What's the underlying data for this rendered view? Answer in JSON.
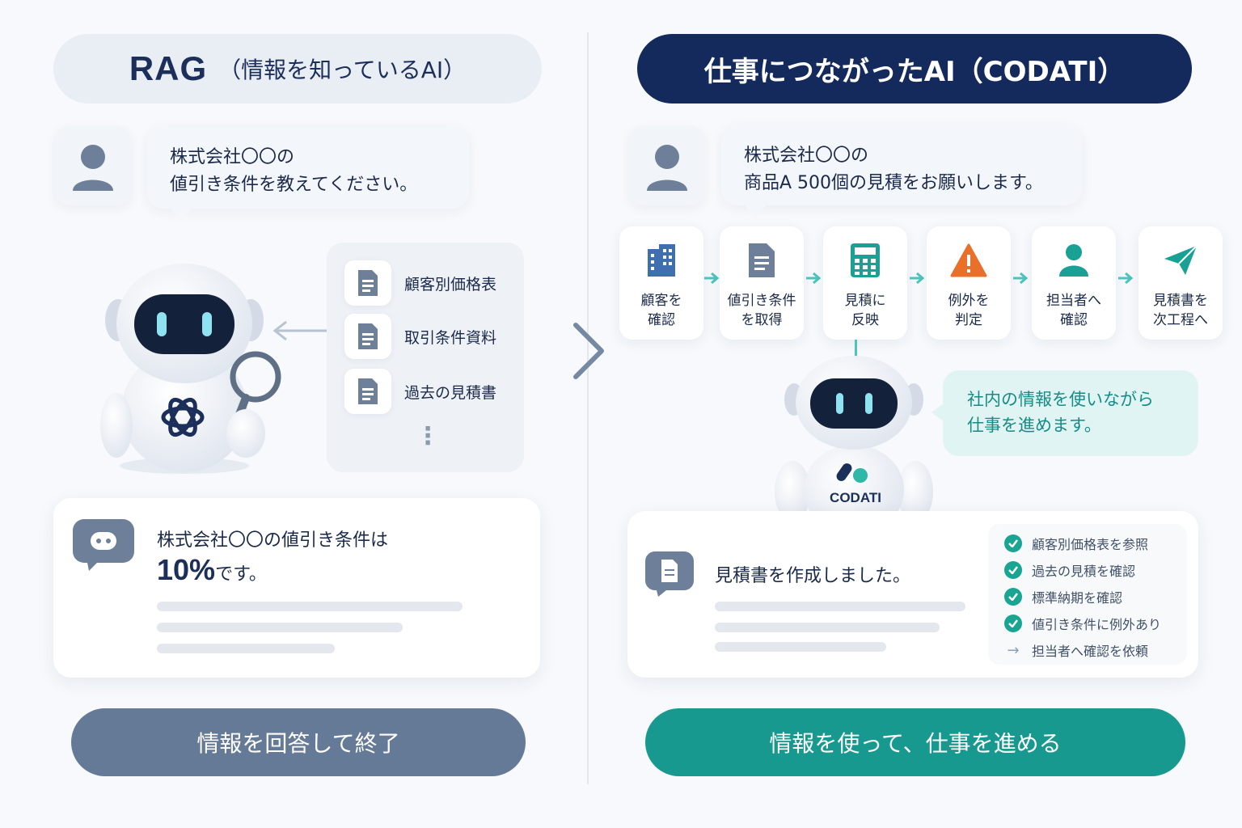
{
  "left": {
    "title_main": "RAG",
    "title_sub": "（情報を知っているAI）",
    "question_lines": [
      "株式会社〇〇の",
      "値引き条件を教えてください。"
    ],
    "documents": [
      "顧客別価格表",
      "取引条件資料",
      "過去の見積書"
    ],
    "more": "⋮",
    "answer_line1": "株式会社〇〇の値引き条件は",
    "answer_pct": "10%",
    "answer_suffix": "です。",
    "result": "情報を回答して終了"
  },
  "right": {
    "title": "仕事につながったAI（CODATI）",
    "question_lines": [
      "株式会社〇〇の",
      "商品A 500個の見積をお願いします。"
    ],
    "steps": [
      {
        "line1": "顧客を",
        "line2": "確認",
        "icon": "building-icon"
      },
      {
        "line1": "値引き条件",
        "line2": "を取得",
        "icon": "document-icon"
      },
      {
        "line1": "見積に",
        "line2": "反映",
        "icon": "calculator-icon"
      },
      {
        "line1": "例外を",
        "line2": "判定",
        "icon": "warning-icon"
      },
      {
        "line1": "担当者へ",
        "line2": "確認",
        "icon": "person-icon"
      },
      {
        "line1": "見積書を",
        "line2": "次工程へ",
        "icon": "send-icon"
      }
    ],
    "robot_label": "CODATI",
    "speech_lines": [
      "社内の情報を使いながら",
      "仕事を進めます。"
    ],
    "result_message": "見積書を作成しました。",
    "checklist": [
      {
        "text": "顧客別価格表を参照",
        "state": "done"
      },
      {
        "text": "過去の見積を確認",
        "state": "done"
      },
      {
        "text": "標準納期を確認",
        "state": "done"
      },
      {
        "text": "値引き条件に例外あり",
        "state": "done"
      },
      {
        "text": "担当者へ確認を依頼",
        "state": "pending"
      }
    ],
    "result": "情報を使って、仕事を進める"
  },
  "colors": {
    "navy": "#14295c",
    "teal": "#17998f",
    "slate": "#657a96",
    "orange": "#e8702a"
  }
}
